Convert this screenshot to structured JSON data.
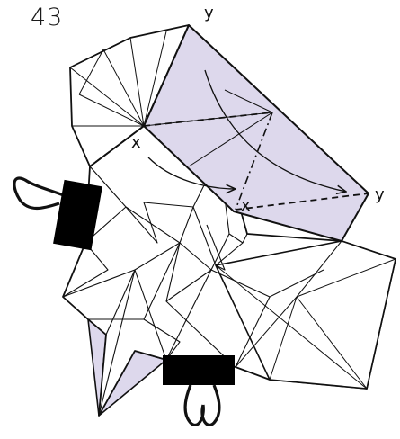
{
  "step": {
    "number": "43"
  },
  "labels": {
    "y_top": "y",
    "y_right": "y",
    "x_upper": "x",
    "x_lower": "x"
  },
  "colors": {
    "line": "#111111",
    "shade": "#ddd8ec",
    "clip": "#000000"
  }
}
